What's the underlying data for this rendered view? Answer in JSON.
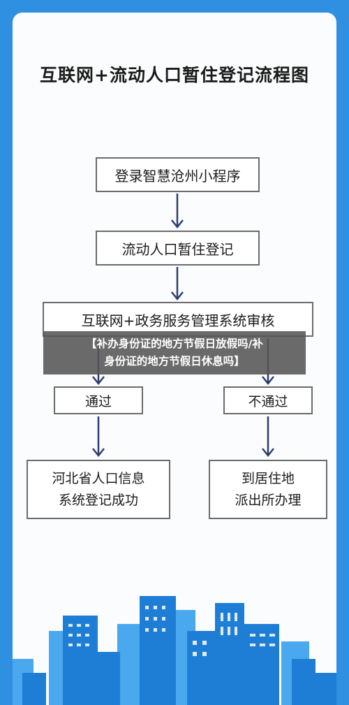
{
  "title": "互联网+流动人口暂住登记流程图",
  "steps": {
    "login": "登录智慧沧州小程序",
    "register": "流动人口暂住登记",
    "review": "互联网+政务服务管理系统审核",
    "pass": "通过",
    "fail": "不通过",
    "success_line1": "河北省人口信息",
    "success_line2": "系统登记成功",
    "local_line1": "到居住地",
    "local_line2": "派出所办理"
  },
  "banner": {
    "line1": "【补办身份证的地方节假日放假吗/补",
    "line2": "身份证的地方节假日休息吗】"
  },
  "colors": {
    "background": "#2f8fe0",
    "arrow": "#2c3e70",
    "building_dark": "#1e7ed6",
    "building_light": "#4aa8ee"
  }
}
